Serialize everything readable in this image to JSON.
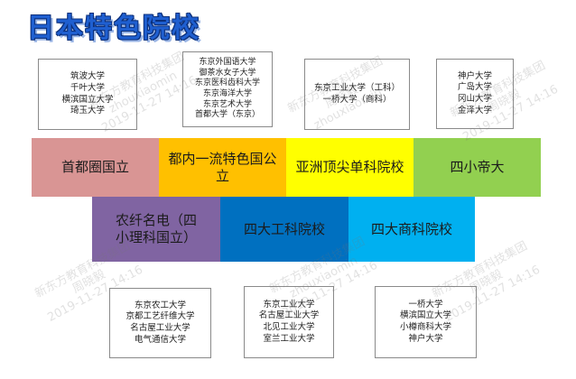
{
  "title": "日本特色院校",
  "top_notes": [
    {
      "lines": [
        "筑波大学",
        "千叶大学",
        "横滨国立大学",
        "琦玉大学"
      ]
    },
    {
      "lines": [
        "东京外国语大学",
        "御茶水女子大学",
        "东京医科齿科大学",
        "东京海洋大学",
        "东京艺术大学",
        "首都大学（东京）"
      ]
    },
    {
      "lines": [
        "东京工业大学（工科）",
        "一桥大学（商科）"
      ]
    },
    {
      "lines": [
        "神户大学",
        "广岛大学",
        "冈山大学",
        "金泽大学"
      ]
    }
  ],
  "row1": [
    {
      "label": "首都圈国立",
      "color": "#d99594"
    },
    {
      "label": "都内一流特色国公立",
      "color": "#ffc000"
    },
    {
      "label": "亚洲顶尖单科院校",
      "color": "#ffff00"
    },
    {
      "label": "四小帝大",
      "color": "#92d050"
    }
  ],
  "row2": [
    {
      "label": "农纤名电（四小理科国立）",
      "color": "#8064a2"
    },
    {
      "label": "四大工科院校",
      "color": "#0070c0"
    },
    {
      "label": "四大商科院校",
      "color": "#00b0f0"
    }
  ],
  "bottom_notes": [
    {
      "lines": [
        "东京农工大学",
        "京都工艺纤维大学",
        "名古屋工业大学",
        "电气通信大学"
      ]
    },
    {
      "lines": [
        "东京工业大学",
        "名古屋工业大学",
        "北见工业大学",
        "室兰工业大学"
      ]
    },
    {
      "lines": [
        "一桥大学",
        "横滨国立大学",
        "小樽商科大学",
        "神户大学"
      ]
    }
  ],
  "watermark": {
    "company": "新东方教育科技集团",
    "person": "周晓毅",
    "id": "zhouxiaomin",
    "date": "2019-11-27 14:16"
  }
}
